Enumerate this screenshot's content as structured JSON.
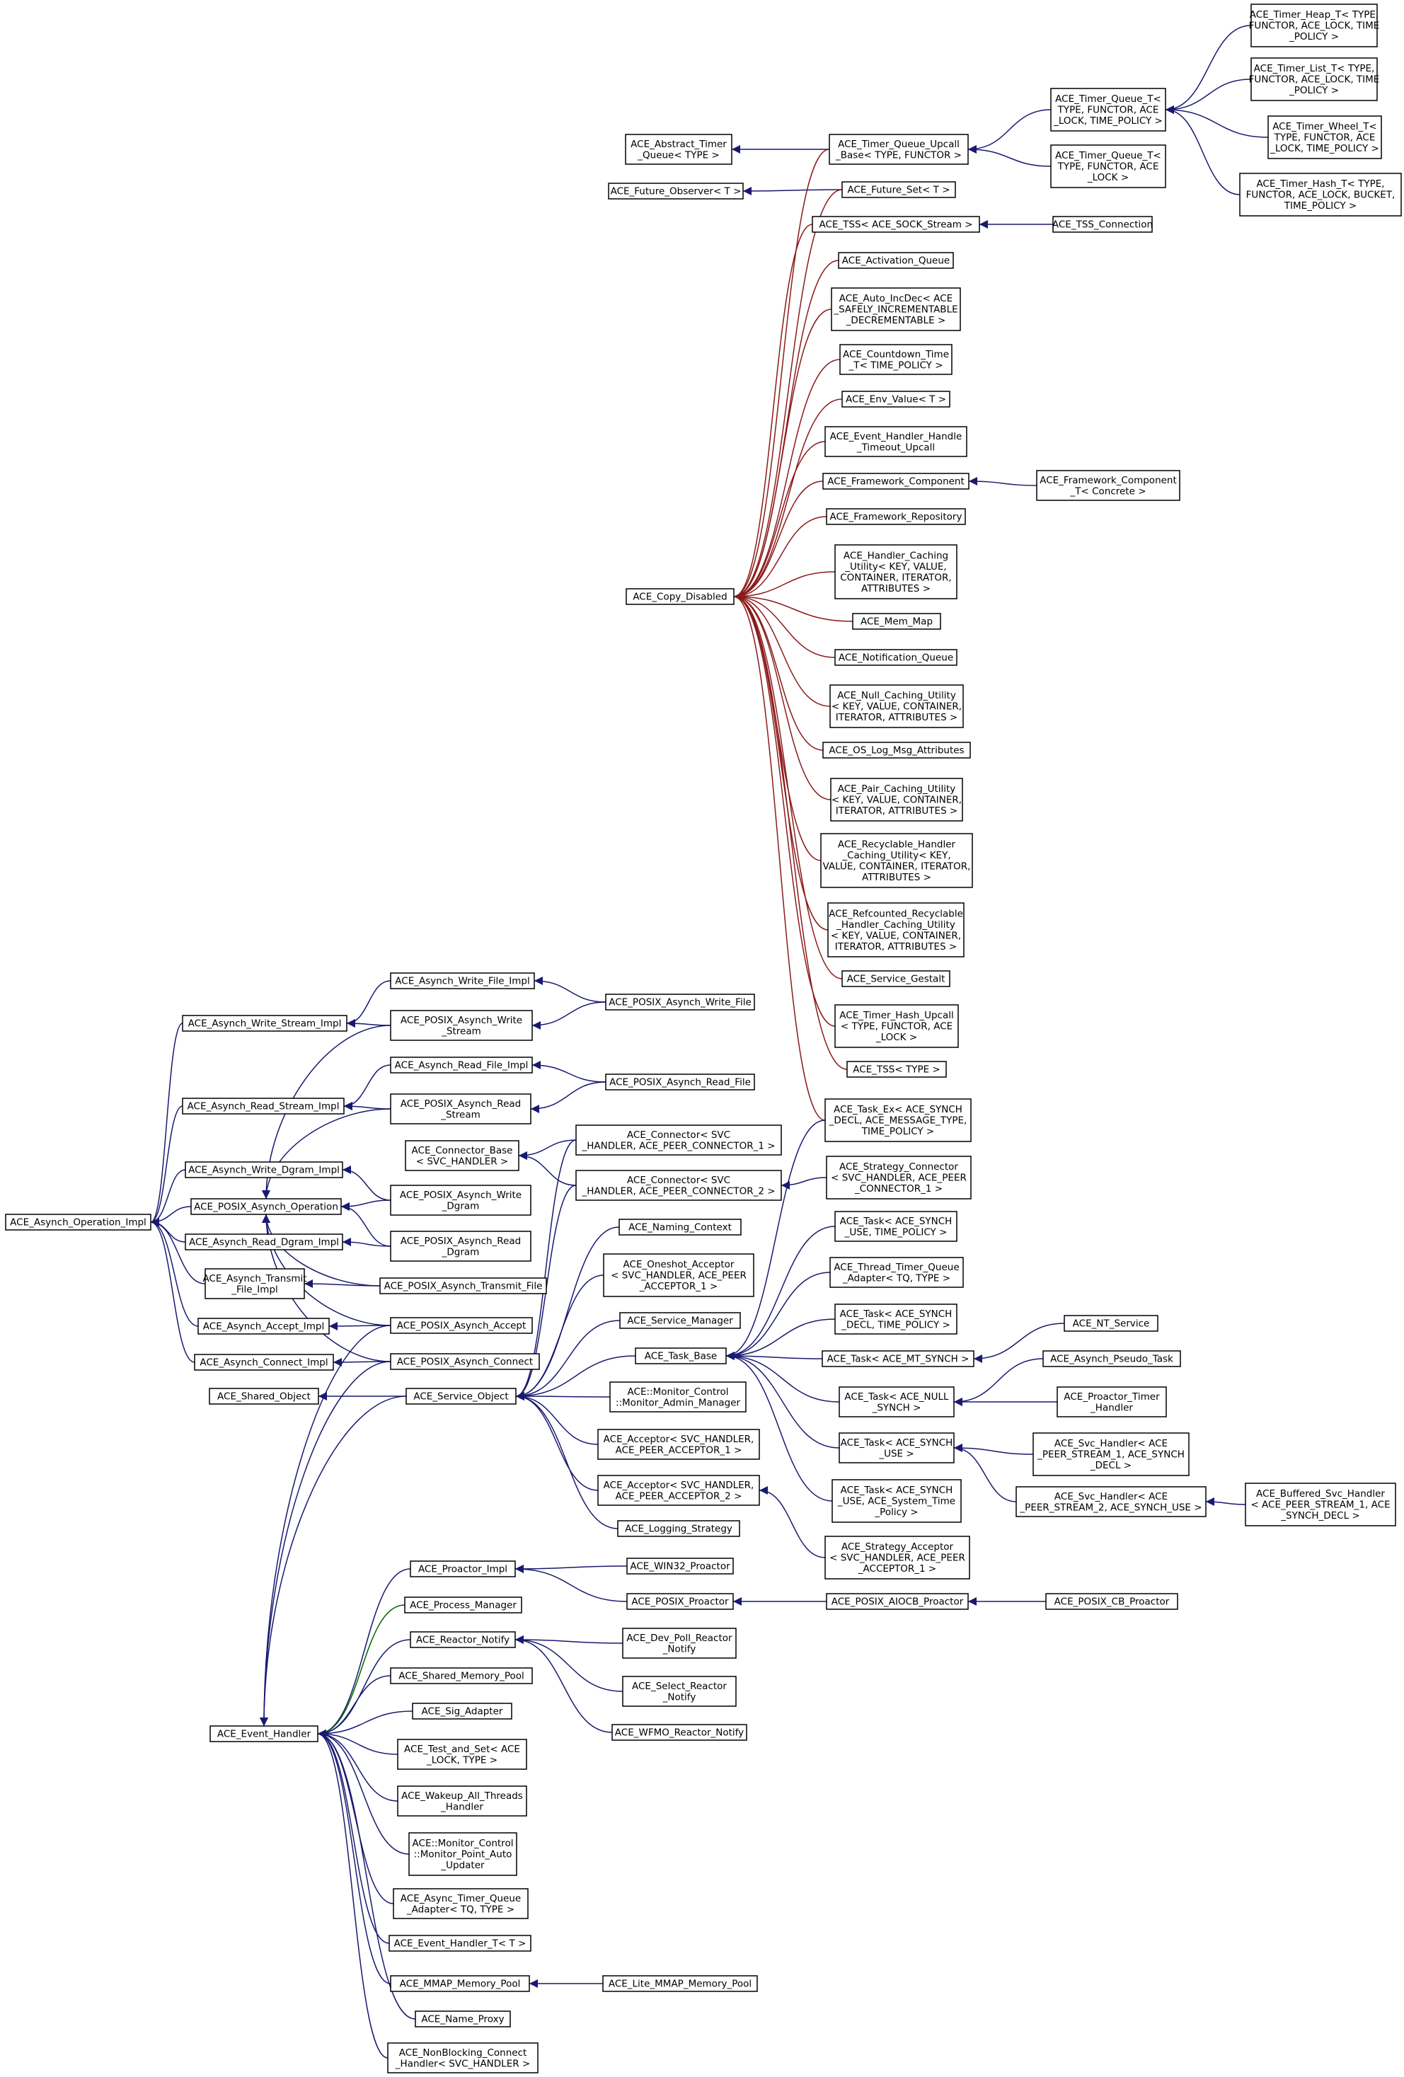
{
  "colors": {
    "public": "#191970",
    "private": "#8b1a1a",
    "protected": "#006400"
  },
  "nodes": [
    {
      "id": "aoi",
      "label": "ACE_Asynch_Operation_Impl"
    },
    {
      "id": "awsi",
      "label": "ACE_Asynch_Write_Stream_Impl"
    },
    {
      "id": "arsi",
      "label": "ACE_Asynch_Read_Stream_Impl"
    },
    {
      "id": "awdi",
      "label": "ACE_Asynch_Write_Dgram_Impl"
    },
    {
      "id": "pao",
      "label": "ACE_POSIX_Asynch_Operation"
    },
    {
      "id": "ardi",
      "label": "ACE_Asynch_Read_Dgram_Impl"
    },
    {
      "id": "atfi",
      "label": "ACE_Asynch_Transmit\n_File_Impl"
    },
    {
      "id": "aai",
      "label": "ACE_Asynch_Accept_Impl"
    },
    {
      "id": "aci",
      "label": "ACE_Asynch_Connect_Impl"
    },
    {
      "id": "so",
      "label": "ACE_Shared_Object"
    },
    {
      "id": "eh",
      "label": "ACE_Event_Handler"
    },
    {
      "id": "awfi",
      "label": "ACE_Asynch_Write_File_Impl"
    },
    {
      "id": "paws",
      "label": "ACE_POSIX_Asynch_Write\n_Stream"
    },
    {
      "id": "arfi",
      "label": "ACE_Asynch_Read_File_Impl"
    },
    {
      "id": "pars",
      "label": "ACE_POSIX_Asynch_Read\n_Stream"
    },
    {
      "id": "cb",
      "label": "ACE_Connector_Base\n< SVC_HANDLER >"
    },
    {
      "id": "pawd",
      "label": "ACE_POSIX_Asynch_Write\n_Dgram"
    },
    {
      "id": "pard",
      "label": "ACE_POSIX_Asynch_Read\n_Dgram"
    },
    {
      "id": "patf",
      "label": "ACE_POSIX_Asynch_Transmit_File"
    },
    {
      "id": "paa",
      "label": "ACE_POSIX_Asynch_Accept"
    },
    {
      "id": "pac",
      "label": "ACE_POSIX_Asynch_Connect"
    },
    {
      "id": "svo",
      "label": "ACE_Service_Object"
    },
    {
      "id": "proi",
      "label": "ACE_Proactor_Impl"
    },
    {
      "id": "pm",
      "label": "ACE_Process_Manager"
    },
    {
      "id": "rn",
      "label": "ACE_Reactor_Notify"
    },
    {
      "id": "smp",
      "label": "ACE_Shared_Memory_Pool"
    },
    {
      "id": "sa",
      "label": "ACE_Sig_Adapter"
    },
    {
      "id": "tas",
      "label": "ACE_Test_and_Set< ACE\n_LOCK, TYPE >"
    },
    {
      "id": "wath",
      "label": "ACE_Wakeup_All_Threads\n_Handler"
    },
    {
      "id": "mpau",
      "label": "ACE::Monitor_Control\n::Monitor_Point_Auto\n_Updater"
    },
    {
      "id": "atqa",
      "label": "ACE_Async_Timer_Queue\n_Adapter< TQ, TYPE >"
    },
    {
      "id": "eht",
      "label": "ACE_Event_Handler_T< T >"
    },
    {
      "id": "mmp",
      "label": "ACE_MMAP_Memory_Pool"
    },
    {
      "id": "np",
      "label": "ACE_Name_Proxy"
    },
    {
      "id": "nbch",
      "label": "ACE_NonBlocking_Connect\n_Handler< SVC_HANDLER >"
    },
    {
      "id": "atq",
      "label": "ACE_Abstract_Timer\n_Queue< TYPE >"
    },
    {
      "id": "fo",
      "label": "ACE_Future_Observer< T >"
    },
    {
      "id": "cd",
      "label": "ACE_Copy_Disabled"
    },
    {
      "id": "pawf",
      "label": "ACE_POSIX_Asynch_Write_File"
    },
    {
      "id": "parf",
      "label": "ACE_POSIX_Asynch_Read_File"
    },
    {
      "id": "c1",
      "label": "ACE_Connector< SVC\n_HANDLER, ACE_PEER_CONNECTOR_1 >"
    },
    {
      "id": "c2",
      "label": "ACE_Connector< SVC\n_HANDLER, ACE_PEER_CONNECTOR_2 >"
    },
    {
      "id": "nc",
      "label": "ACE_Naming_Context"
    },
    {
      "id": "oa",
      "label": "ACE_Oneshot_Acceptor\n< SVC_HANDLER, ACE_PEER\n_ACCEPTOR_1 >"
    },
    {
      "id": "sm",
      "label": "ACE_Service_Manager"
    },
    {
      "id": "tb",
      "label": "ACE_Task_Base"
    },
    {
      "id": "mam",
      "label": "ACE::Monitor_Control\n::Monitor_Admin_Manager"
    },
    {
      "id": "a1",
      "label": "ACE_Acceptor< SVC_HANDLER,\nACE_PEER_ACCEPTOR_1 >"
    },
    {
      "id": "a2",
      "label": "ACE_Acceptor< SVC_HANDLER,\nACE_PEER_ACCEPTOR_2 >"
    },
    {
      "id": "ls",
      "label": "ACE_Logging_Strategy"
    },
    {
      "id": "w32p",
      "label": "ACE_WIN32_Proactor"
    },
    {
      "id": "pp",
      "label": "ACE_POSIX_Proactor"
    },
    {
      "id": "dprn",
      "label": "ACE_Dev_Poll_Reactor\n_Notify"
    },
    {
      "id": "srn",
      "label": "ACE_Select_Reactor\n_Notify"
    },
    {
      "id": "wrn",
      "label": "ACE_WFMO_Reactor_Notify"
    },
    {
      "id": "lmmp",
      "label": "ACE_Lite_MMAP_Memory_Pool"
    },
    {
      "id": "tqub",
      "label": "ACE_Timer_Queue_Upcall\n_Base< TYPE, FUNCTOR >"
    },
    {
      "id": "fs",
      "label": "ACE_Future_Set< T >"
    },
    {
      "id": "tss_sock",
      "label": "ACE_TSS< ACE_SOCK_Stream >"
    },
    {
      "id": "aq",
      "label": "ACE_Activation_Queue"
    },
    {
      "id": "aid",
      "label": "ACE_Auto_IncDec< ACE\n_SAFELY_INCREMENTABLE\n_DECREMENTABLE >"
    },
    {
      "id": "cdt",
      "label": "ACE_Countdown_Time\n_T< TIME_POLICY >"
    },
    {
      "id": "ev",
      "label": "ACE_Env_Value< T >"
    },
    {
      "id": "ehhtu",
      "label": "ACE_Event_Handler_Handle\n_Timeout_Upcall"
    },
    {
      "id": "fc",
      "label": "ACE_Framework_Component"
    },
    {
      "id": "fr",
      "label": "ACE_Framework_Repository"
    },
    {
      "id": "hcu",
      "label": "ACE_Handler_Caching\n_Utility< KEY, VALUE,\nCONTAINER, ITERATOR,\nATTRIBUTES >"
    },
    {
      "id": "mm",
      "label": "ACE_Mem_Map"
    },
    {
      "id": "nq",
      "label": "ACE_Notification_Queue"
    },
    {
      "id": "ncu",
      "label": "ACE_Null_Caching_Utility\n< KEY, VALUE, CONTAINER,\nITERATOR, ATTRIBUTES >"
    },
    {
      "id": "olma",
      "label": "ACE_OS_Log_Msg_Attributes"
    },
    {
      "id": "pcu",
      "label": "ACE_Pair_Caching_Utility\n< KEY, VALUE, CONTAINER,\nITERATOR, ATTRIBUTES >"
    },
    {
      "id": "rhcu",
      "label": "ACE_Recyclable_Handler\n_Caching_Utility< KEY,\nVALUE, CONTAINER, ITERATOR,\nATTRIBUTES >"
    },
    {
      "id": "rrhcu",
      "label": "ACE_Refcounted_Recyclable\n_Handler_Caching_Utility\n< KEY, VALUE, CONTAINER,\nITERATOR, ATTRIBUTES >"
    },
    {
      "id": "sg",
      "label": "ACE_Service_Gestalt"
    },
    {
      "id": "thu",
      "label": "ACE_Timer_Hash_Upcall\n< TYPE, FUNCTOR, ACE\n_LOCK >"
    },
    {
      "id": "tss_t",
      "label": "ACE_TSS< TYPE >"
    },
    {
      "id": "tex",
      "label": "ACE_Task_Ex< ACE_SYNCH\n_DECL, ACE_MESSAGE_TYPE,\nTIME_POLICY >"
    },
    {
      "id": "sc",
      "label": "ACE_Strategy_Connector\n< SVC_HANDLER, ACE_PEER\n_CONNECTOR_1 >"
    },
    {
      "id": "t_use_tp",
      "label": "ACE_Task< ACE_SYNCH\n_USE, TIME_POLICY >"
    },
    {
      "id": "ttqa",
      "label": "ACE_Thread_Timer_Queue\n_Adapter< TQ, TYPE >"
    },
    {
      "id": "t_decl_tp",
      "label": "ACE_Task< ACE_SYNCH\n_DECL, TIME_POLICY >"
    },
    {
      "id": "t_mt",
      "label": "ACE_Task< ACE_MT_SYNCH >"
    },
    {
      "id": "t_null",
      "label": "ACE_Task< ACE_NULL\n_SYNCH >"
    },
    {
      "id": "t_use",
      "label": "ACE_Task< ACE_SYNCH\n_USE >"
    },
    {
      "id": "t_use_stp",
      "label": "ACE_Task< ACE_SYNCH\n_USE, ACE_System_Time\n_Policy >"
    },
    {
      "id": "sa1",
      "label": "ACE_Strategy_Acceptor\n< SVC_HANDLER, ACE_PEER\n_ACCEPTOR_1 >"
    },
    {
      "id": "paiocb",
      "label": "ACE_POSIX_AIOCB_Proactor"
    },
    {
      "id": "tqt_a",
      "label": "ACE_Timer_Queue_T<\nTYPE, FUNCTOR, ACE\n_LOCK, TIME_POLICY >"
    },
    {
      "id": "tqt_b",
      "label": "ACE_Timer_Queue_T<\nTYPE, FUNCTOR, ACE\n_LOCK >"
    },
    {
      "id": "tssc",
      "label": "ACE_TSS_Connection"
    },
    {
      "id": "fct",
      "label": "ACE_Framework_Component\n_T< Concrete >"
    },
    {
      "id": "nts",
      "label": "ACE_NT_Service"
    },
    {
      "id": "apt",
      "label": "ACE_Asynch_Pseudo_Task"
    },
    {
      "id": "pth",
      "label": "ACE_Proactor_Timer\n_Handler"
    },
    {
      "id": "svh1",
      "label": "ACE_Svc_Handler< ACE\n_PEER_STREAM_1, ACE_SYNCH\n_DECL >"
    },
    {
      "id": "svh2",
      "label": "ACE_Svc_Handler< ACE\n_PEER_STREAM_2, ACE_SYNCH_USE >"
    },
    {
      "id": "pcbp",
      "label": "ACE_POSIX_CB_Proactor"
    },
    {
      "id": "th",
      "label": "ACE_Timer_Heap_T< TYPE,\nFUNCTOR, ACE_LOCK, TIME\n_POLICY >"
    },
    {
      "id": "tl",
      "label": "ACE_Timer_List_T< TYPE,\nFUNCTOR, ACE_LOCK, TIME\n_POLICY >"
    },
    {
      "id": "tw",
      "label": "ACE_Timer_Wheel_T<\nTYPE, FUNCTOR, ACE\n_LOCK, TIME_POLICY >"
    },
    {
      "id": "thh",
      "label": "ACE_Timer_Hash_T< TYPE,\nFUNCTOR, ACE_LOCK, BUCKET,\nTIME_POLICY >"
    },
    {
      "id": "bsh",
      "label": "ACE_Buffered_Svc_Handler\n< ACE_PEER_STREAM_1, ACE\n_SYNCH_DECL >"
    }
  ],
  "edges": [
    {
      "from": "awsi",
      "to": "aoi",
      "kind": "public"
    },
    {
      "from": "arsi",
      "to": "aoi",
      "kind": "public"
    },
    {
      "from": "awdi",
      "to": "aoi",
      "kind": "public"
    },
    {
      "from": "pao",
      "to": "aoi",
      "kind": "public"
    },
    {
      "from": "ardi",
      "to": "aoi",
      "kind": "public"
    },
    {
      "from": "atfi",
      "to": "aoi",
      "kind": "public"
    },
    {
      "from": "aai",
      "to": "aoi",
      "kind": "public"
    },
    {
      "from": "aci",
      "to": "aoi",
      "kind": "public"
    },
    {
      "from": "awfi",
      "to": "awsi",
      "kind": "public"
    },
    {
      "from": "paws",
      "to": "awsi",
      "kind": "public"
    },
    {
      "from": "arfi",
      "to": "arsi",
      "kind": "public"
    },
    {
      "from": "pars",
      "to": "arsi",
      "kind": "public"
    },
    {
      "from": "pawd",
      "to": "awdi",
      "kind": "public"
    },
    {
      "from": "pard",
      "to": "ardi",
      "kind": "public"
    },
    {
      "from": "patf",
      "to": "atfi",
      "kind": "public"
    },
    {
      "from": "paa",
      "to": "aai",
      "kind": "public"
    },
    {
      "from": "pac",
      "to": "aci",
      "kind": "public"
    },
    {
      "from": "paws",
      "to": "pao",
      "kind": "public"
    },
    {
      "from": "pars",
      "to": "pao",
      "kind": "public"
    },
    {
      "from": "pawd",
      "to": "pao",
      "kind": "public"
    },
    {
      "from": "pard",
      "to": "pao",
      "kind": "public"
    },
    {
      "from": "patf",
      "to": "pao",
      "kind": "public"
    },
    {
      "from": "paa",
      "to": "pao",
      "kind": "public"
    },
    {
      "from": "pac",
      "to": "pao",
      "kind": "public"
    },
    {
      "from": "pawf",
      "to": "awfi",
      "kind": "public"
    },
    {
      "from": "pawf",
      "to": "paws",
      "kind": "public"
    },
    {
      "from": "parf",
      "to": "arfi",
      "kind": "public"
    },
    {
      "from": "parf",
      "to": "pars",
      "kind": "public"
    },
    {
      "from": "svo",
      "to": "so",
      "kind": "public"
    },
    {
      "from": "svo",
      "to": "eh",
      "kind": "public"
    },
    {
      "from": "paa",
      "to": "eh",
      "kind": "public"
    },
    {
      "from": "pac",
      "to": "eh",
      "kind": "public"
    },
    {
      "from": "proi",
      "to": "eh",
      "kind": "public"
    },
    {
      "from": "pm",
      "to": "eh",
      "kind": "protected"
    },
    {
      "from": "rn",
      "to": "eh",
      "kind": "public"
    },
    {
      "from": "smp",
      "to": "eh",
      "kind": "public"
    },
    {
      "from": "sa",
      "to": "eh",
      "kind": "public"
    },
    {
      "from": "tas",
      "to": "eh",
      "kind": "public"
    },
    {
      "from": "wath",
      "to": "eh",
      "kind": "public"
    },
    {
      "from": "mpau",
      "to": "eh",
      "kind": "public"
    },
    {
      "from": "atqa",
      "to": "eh",
      "kind": "public"
    },
    {
      "from": "eht",
      "to": "eh",
      "kind": "public"
    },
    {
      "from": "mmp",
      "to": "eh",
      "kind": "public"
    },
    {
      "from": "np",
      "to": "eh",
      "kind": "public"
    },
    {
      "from": "nbch",
      "to": "eh",
      "kind": "public"
    },
    {
      "from": "c1",
      "to": "cb",
      "kind": "public"
    },
    {
      "from": "c2",
      "to": "cb",
      "kind": "public"
    },
    {
      "from": "c1",
      "to": "svo",
      "kind": "public"
    },
    {
      "from": "c2",
      "to": "svo",
      "kind": "public"
    },
    {
      "from": "nc",
      "to": "svo",
      "kind": "public"
    },
    {
      "from": "oa",
      "to": "svo",
      "kind": "public"
    },
    {
      "from": "sm",
      "to": "svo",
      "kind": "public"
    },
    {
      "from": "tb",
      "to": "svo",
      "kind": "public"
    },
    {
      "from": "mam",
      "to": "svo",
      "kind": "public"
    },
    {
      "from": "a1",
      "to": "svo",
      "kind": "public"
    },
    {
      "from": "a2",
      "to": "svo",
      "kind": "public"
    },
    {
      "from": "ls",
      "to": "svo",
      "kind": "public"
    },
    {
      "from": "w32p",
      "to": "proi",
      "kind": "public"
    },
    {
      "from": "pp",
      "to": "proi",
      "kind": "public"
    },
    {
      "from": "dprn",
      "to": "rn",
      "kind": "public"
    },
    {
      "from": "srn",
      "to": "rn",
      "kind": "public"
    },
    {
      "from": "wrn",
      "to": "rn",
      "kind": "public"
    },
    {
      "from": "lmmp",
      "to": "mmp",
      "kind": "public"
    },
    {
      "from": "tqub",
      "to": "atq",
      "kind": "public"
    },
    {
      "from": "fs",
      "to": "fo",
      "kind": "public"
    },
    {
      "from": "tqub",
      "to": "cd",
      "kind": "private"
    },
    {
      "from": "fs",
      "to": "cd",
      "kind": "private"
    },
    {
      "from": "tss_sock",
      "to": "cd",
      "kind": "private"
    },
    {
      "from": "aq",
      "to": "cd",
      "kind": "private"
    },
    {
      "from": "aid",
      "to": "cd",
      "kind": "private"
    },
    {
      "from": "cdt",
      "to": "cd",
      "kind": "private"
    },
    {
      "from": "ev",
      "to": "cd",
      "kind": "private"
    },
    {
      "from": "ehhtu",
      "to": "cd",
      "kind": "private"
    },
    {
      "from": "fc",
      "to": "cd",
      "kind": "private"
    },
    {
      "from": "fr",
      "to": "cd",
      "kind": "private"
    },
    {
      "from": "hcu",
      "to": "cd",
      "kind": "private"
    },
    {
      "from": "mm",
      "to": "cd",
      "kind": "private"
    },
    {
      "from": "nq",
      "to": "cd",
      "kind": "private"
    },
    {
      "from": "ncu",
      "to": "cd",
      "kind": "private"
    },
    {
      "from": "olma",
      "to": "cd",
      "kind": "private"
    },
    {
      "from": "pcu",
      "to": "cd",
      "kind": "private"
    },
    {
      "from": "rhcu",
      "to": "cd",
      "kind": "private"
    },
    {
      "from": "rrhcu",
      "to": "cd",
      "kind": "private"
    },
    {
      "from": "sg",
      "to": "cd",
      "kind": "private"
    },
    {
      "from": "thu",
      "to": "cd",
      "kind": "private"
    },
    {
      "from": "tss_t",
      "to": "cd",
      "kind": "private"
    },
    {
      "from": "tex",
      "to": "cd",
      "kind": "private"
    },
    {
      "from": "sc",
      "to": "c2",
      "kind": "public"
    },
    {
      "from": "tex",
      "to": "tb",
      "kind": "public"
    },
    {
      "from": "t_use_tp",
      "to": "tb",
      "kind": "public"
    },
    {
      "from": "ttqa",
      "to": "tb",
      "kind": "public"
    },
    {
      "from": "t_decl_tp",
      "to": "tb",
      "kind": "public"
    },
    {
      "from": "t_mt",
      "to": "tb",
      "kind": "public"
    },
    {
      "from": "t_null",
      "to": "tb",
      "kind": "public"
    },
    {
      "from": "t_use",
      "to": "tb",
      "kind": "public"
    },
    {
      "from": "t_use_stp",
      "to": "tb",
      "kind": "public"
    },
    {
      "from": "sa1",
      "to": "a2",
      "kind": "public"
    },
    {
      "from": "paiocb",
      "to": "pp",
      "kind": "public"
    },
    {
      "from": "tqt_a",
      "to": "tqub",
      "kind": "public"
    },
    {
      "from": "tqt_b",
      "to": "tqub",
      "kind": "public"
    },
    {
      "from": "tssc",
      "to": "tss_sock",
      "kind": "public"
    },
    {
      "from": "fct",
      "to": "fc",
      "kind": "public"
    },
    {
      "from": "nts",
      "to": "t_mt",
      "kind": "public"
    },
    {
      "from": "apt",
      "to": "t_null",
      "kind": "public"
    },
    {
      "from": "pth",
      "to": "t_null",
      "kind": "public"
    },
    {
      "from": "svh1",
      "to": "t_use",
      "kind": "public"
    },
    {
      "from": "svh2",
      "to": "t_use",
      "kind": "public"
    },
    {
      "from": "pcbp",
      "to": "paiocb",
      "kind": "public"
    },
    {
      "from": "th",
      "to": "tqt_a",
      "kind": "public"
    },
    {
      "from": "tl",
      "to": "tqt_a",
      "kind": "public"
    },
    {
      "from": "tw",
      "to": "tqt_a",
      "kind": "public"
    },
    {
      "from": "thh",
      "to": "tqt_a",
      "kind": "public"
    },
    {
      "from": "bsh",
      "to": "svh2",
      "kind": "public"
    }
  ]
}
